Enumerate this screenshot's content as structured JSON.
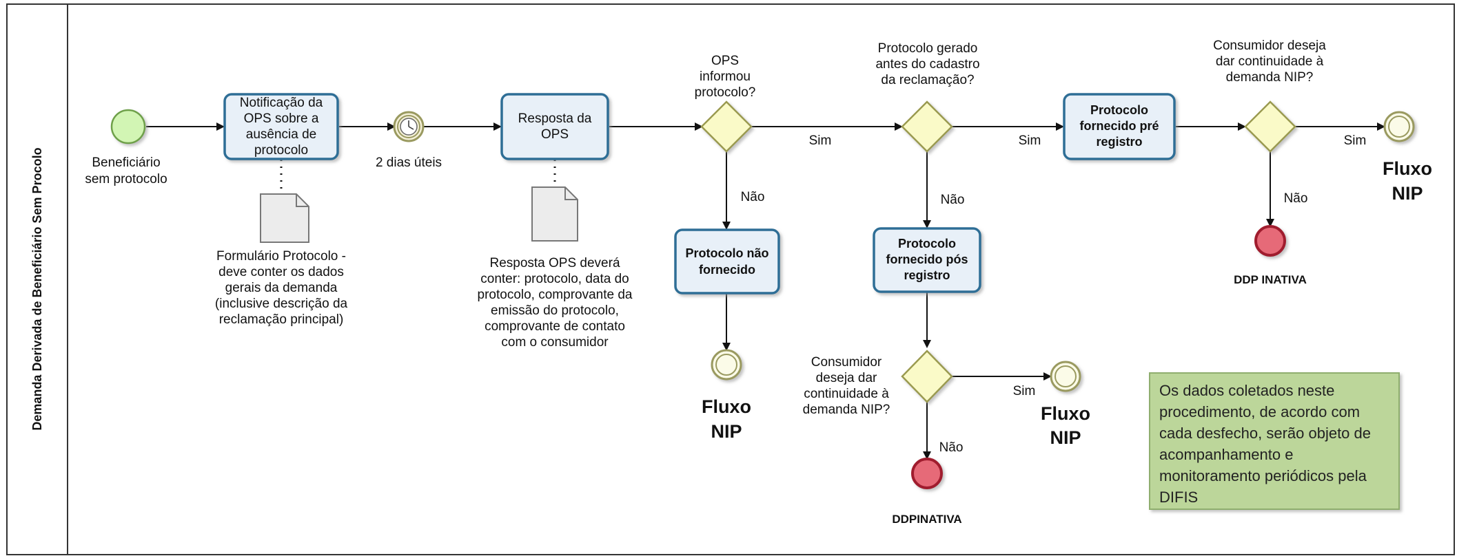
{
  "colors": {
    "task_stroke": "#2e6e96",
    "task_fill": "#e8f0f8",
    "gateway_fill": "#fafac8",
    "gateway_stroke": "#9a9a50",
    "start_fill": "#d2f5b4",
    "start_stroke": "#6ea04a",
    "end_fill": "#e66a78",
    "end_stroke": "#a01e2e",
    "intermediate_stroke": "#9a9a60",
    "note_fill": "#bcd69a",
    "note_stroke": "#8fae6e"
  },
  "pool": {
    "label": "Demanda Derivada de Beneficiário Sem Procolo"
  },
  "start_event": {
    "label_lines": [
      "Beneficiário",
      "sem protocolo"
    ],
    "icon": "start-event-icon"
  },
  "tasks": {
    "notificacao": {
      "lines": [
        "Notificação da",
        "OPS sobre a",
        "ausência de",
        "protocolo"
      ]
    },
    "resposta": {
      "lines": [
        "Resposta da",
        "OPS"
      ]
    },
    "nao_fornecido": {
      "lines": [
        "Protocolo não",
        "fornecido"
      ]
    },
    "pos_registro": {
      "lines": [
        "Protocolo",
        "fornecido pós",
        "registro"
      ]
    },
    "pre_registro": {
      "lines": [
        "Protocolo",
        "fornecido pré",
        "registro"
      ]
    }
  },
  "timer": {
    "label": "2 dias úteis",
    "icon": "timer-icon"
  },
  "artifacts": {
    "formulario": {
      "lines": [
        "Formulário Protocolo -",
        "deve conter os dados",
        "gerais da demanda",
        "(inclusive descrição da",
        "reclamação principal)"
      ]
    },
    "resposta_ops": {
      "lines": [
        "Resposta OPS deverá",
        "conter: protocolo, data do",
        "protocolo, comprovante da",
        "emissão do protocolo,",
        "comprovante de contato",
        "com o consumidor"
      ]
    }
  },
  "gateways": {
    "ops_informou": {
      "lines": [
        "OPS",
        "informou",
        "protocolo?"
      ]
    },
    "gerado_antes": {
      "lines": [
        "Protocolo gerado",
        "antes do cadastro",
        "da reclamação?"
      ]
    },
    "continuidade_top": {
      "lines": [
        "Consumidor deseja",
        "dar continuidade à",
        "demanda NIP?"
      ]
    },
    "continuidade_bottom": {
      "lines": [
        "Consumidor",
        "deseja dar",
        "continuidade à",
        "demanda NIP?"
      ]
    }
  },
  "flow_labels": {
    "sim": "Sim",
    "nao": "Não"
  },
  "end_events": {
    "fluxo_nip_lines": [
      "Fluxo",
      "NIP"
    ],
    "ddp_inativa_top": "DDP INATIVA",
    "ddp_inativa_bottom": "DDPINATIVA"
  },
  "note": {
    "lines": [
      "Os dados coletados neste",
      "procedimento,  de acordo com",
      "cada desfecho, serão objeto de",
      "acompanhamento e",
      "monitoramento periódicos pela",
      "DIFIS"
    ]
  }
}
